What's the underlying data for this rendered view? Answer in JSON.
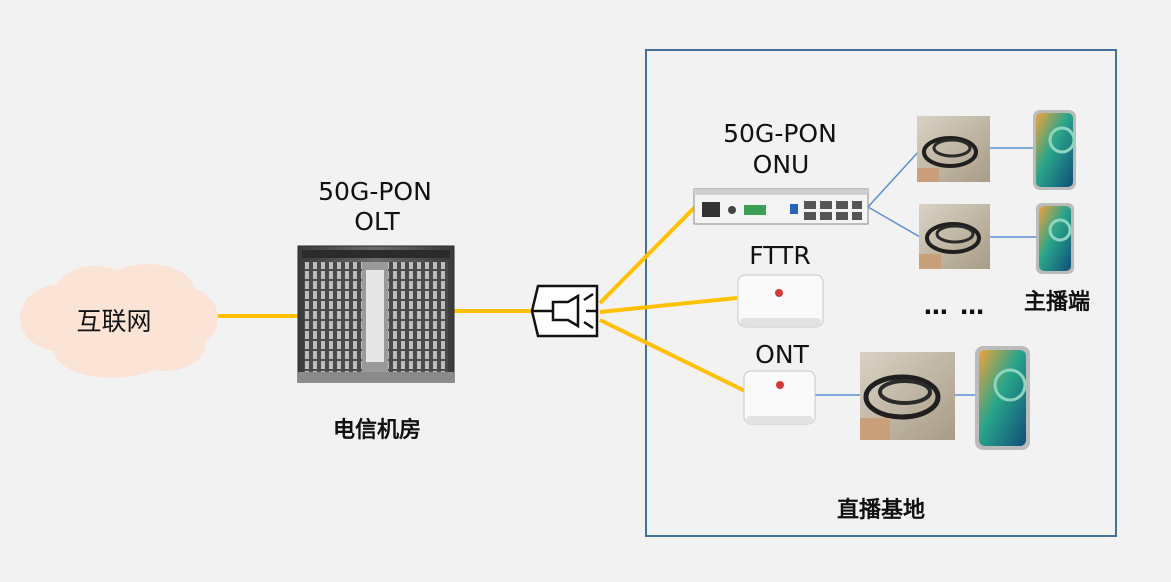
{
  "internet": {
    "label": "互联网"
  },
  "olt": {
    "title_line1": "50G-PON",
    "title_line2": "OLT",
    "location": "电信机房"
  },
  "onu": {
    "title_line1": "50G-PON",
    "title_line2": "ONU"
  },
  "fttr": {
    "label": "FTTR"
  },
  "ont": {
    "label": "ONT"
  },
  "ellipsis": "… …",
  "streamer": {
    "label": "主播端"
  },
  "base": {
    "label": "直播基地"
  },
  "colors": {
    "fiber": "#ffc000",
    "box": "#41719c",
    "cloud": "#fbe3d6",
    "link": "#5b8fd3"
  }
}
